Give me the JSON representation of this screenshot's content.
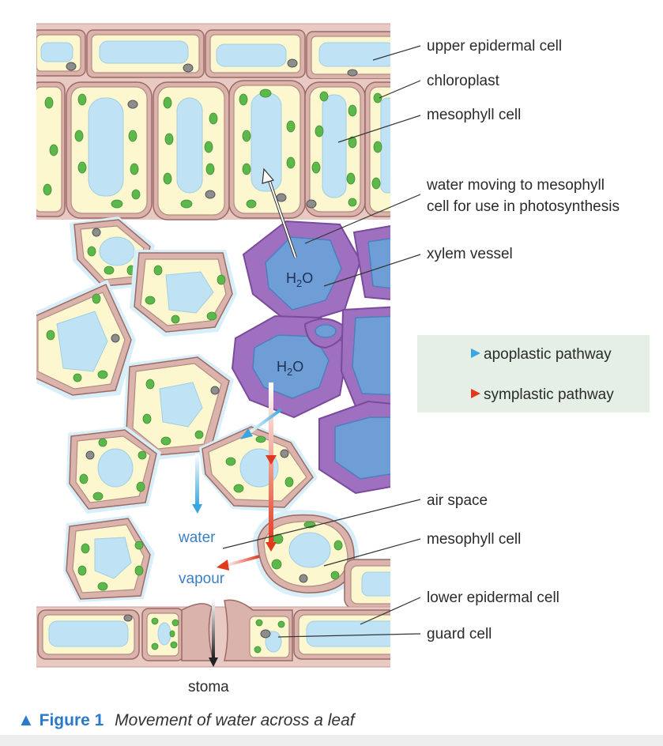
{
  "labels": {
    "upper_epidermal": "upper epidermal cell",
    "chloroplast": "chloroplast",
    "mesophyll_top": "mesophyll cell",
    "water_moving_1": "water moving to mesophyll",
    "water_moving_2": "cell for use in photosynthesis",
    "xylem": "xylem vessel",
    "air_space": "air space",
    "mesophyll_bottom": "mesophyll cell",
    "lower_epidermal": "lower epidermal cell",
    "guard_cell": "guard cell",
    "stoma": "stoma",
    "water_vapour_1": "water",
    "water_vapour_2": "vapour",
    "h2o": "H",
    "h2o_sub": "2",
    "h2o_end": "O"
  },
  "legend": {
    "apoplastic": "apoplastic pathway",
    "symplastic": "symplastic pathway"
  },
  "caption": {
    "figure": "Figure 1",
    "text": "Movement of water across a leaf"
  },
  "colors": {
    "apoplastic": "#3aa6e0",
    "symplastic": "#e03a1e",
    "caption_blue": "#2a7ac8"
  }
}
